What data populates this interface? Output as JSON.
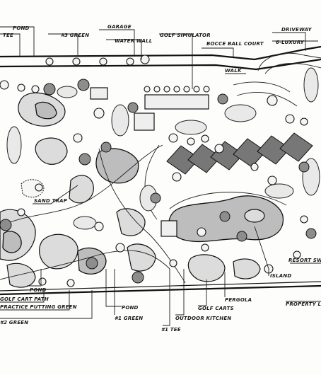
{
  "labels": {
    "pond_top": "POND",
    "tee_top": "TEE",
    "green3": "#3 GREEN",
    "garage": "GARAGE",
    "water_wall": "WATER WALL",
    "golf_simulator": "GOLF SIMULATOR",
    "bocce_ball_court": "BOCCE BALL COURT",
    "driveway": "DRIVEWAY",
    "luxury": "6-LUXURY",
    "walk": "WALK",
    "sand_trap": "SAND TRAP",
    "resort_sw": "RESORT SW",
    "island": "ISLAND",
    "pond_bottom": "POND",
    "golf_cart_path": "GOLF CART PATH",
    "practice_putting_green": "PRACTICE PUTTING GREEN",
    "green2": "#2 GREEN",
    "pond_mid": "POND",
    "green1": "#1 GREEN",
    "tee1": "#1 TEE",
    "outdoor_kitchen": "OUTDOOR KITCHEN",
    "golf_carts": "GOLF CARTS",
    "pergola": "PERGOLA",
    "property_line": "PROPERTY LINE"
  }
}
